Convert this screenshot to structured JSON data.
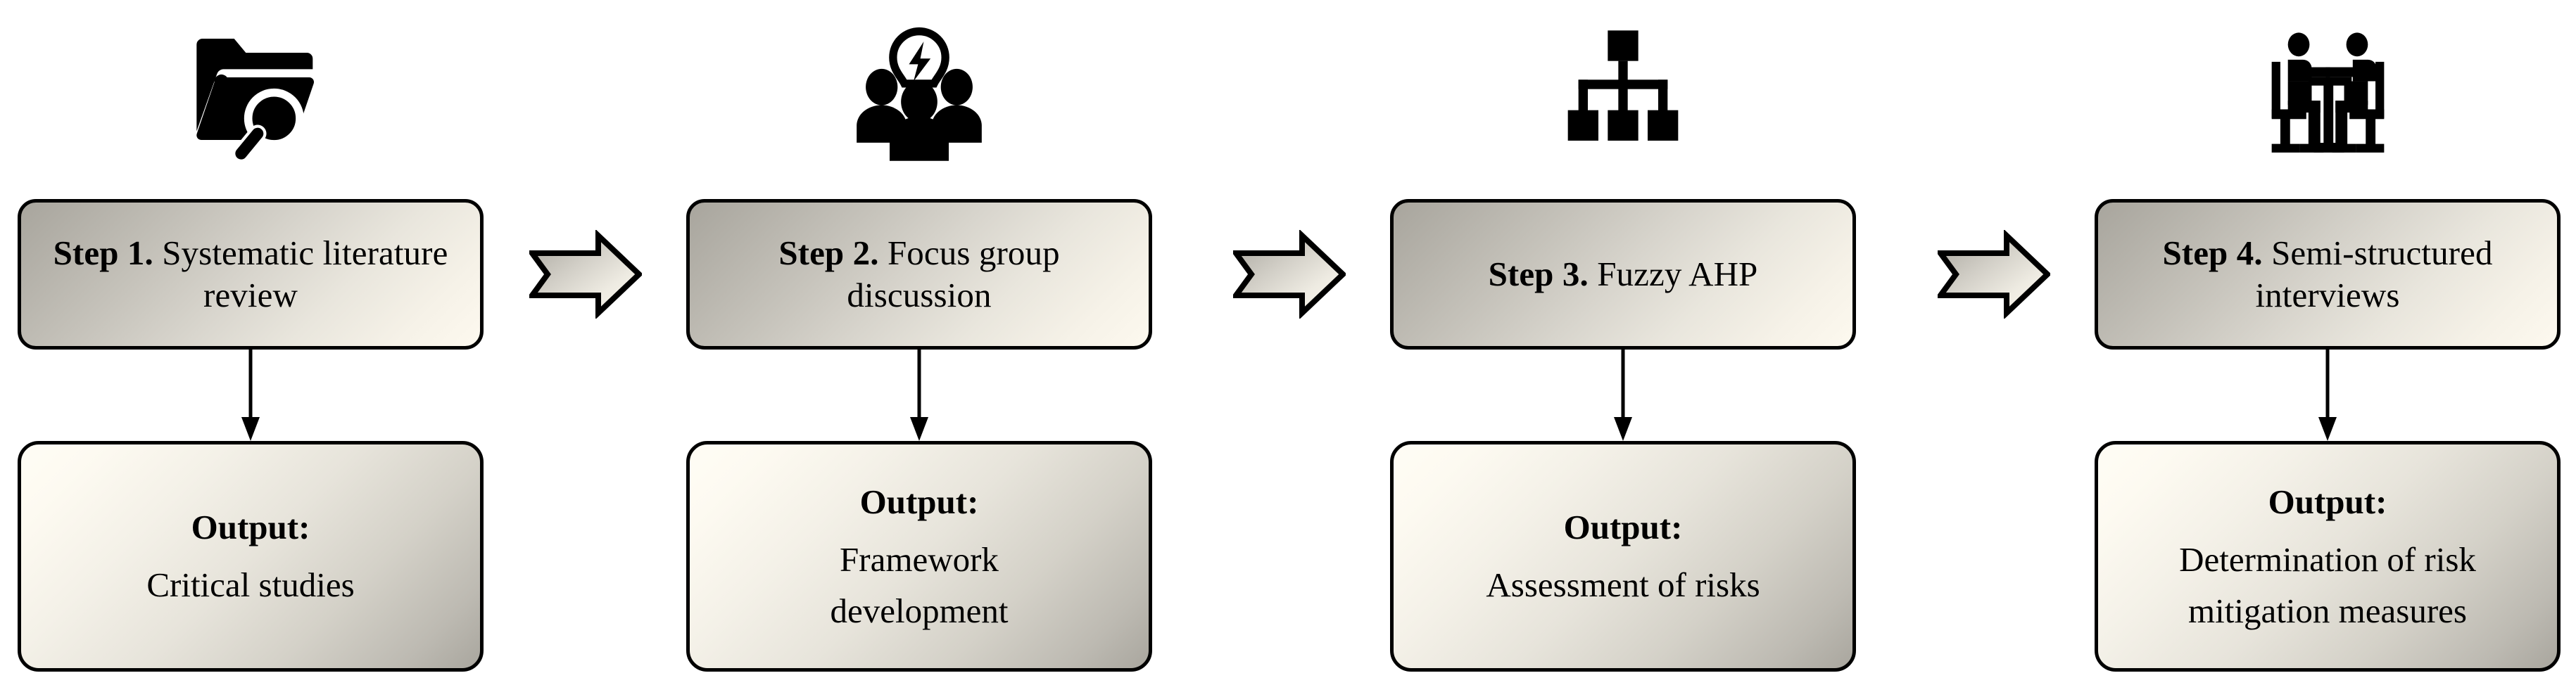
{
  "diagram": {
    "title": "Four-step research methodology flowchart",
    "background_color": "#ffffff",
    "box_border_color": "#000000",
    "text_color": "#000000",
    "step_gradient_from": "#a8a59d",
    "step_gradient_to": "#fdf9ef",
    "output_gradient_from": "#fffdf5",
    "output_gradient_to": "#a9a69e",
    "arrow_color": "#000000"
  },
  "columns": [
    {
      "icon_name": "folder-search-icon",
      "step": {
        "lead": "Step 1.",
        "rest": " Systematic literature review"
      },
      "output": {
        "title": "Output:",
        "lines": [
          "Critical studies"
        ]
      }
    },
    {
      "icon_name": "focus-group-lightbulb-icon",
      "step": {
        "lead": "Step 2.",
        "rest": " Focus group discussion"
      },
      "output": {
        "title": "Output:",
        "lines": [
          "Framework",
          "development"
        ]
      }
    },
    {
      "icon_name": "hierarchy-tree-icon",
      "step": {
        "lead": "Step 3.",
        "rest": " Fuzzy AHP"
      },
      "output": {
        "title": "Output:",
        "lines": [
          "Assessment of risks"
        ]
      }
    },
    {
      "icon_name": "interview-table-icon",
      "step": {
        "lead": "Step 4.",
        "rest": " Semi-structured interviews"
      },
      "output": {
        "title": "Output:",
        "lines": [
          "Determination of risk",
          "mitigation measures"
        ]
      }
    }
  ],
  "connectors": [
    {
      "name": "chevron-step1-to-step2"
    },
    {
      "name": "chevron-step2-to-step3"
    },
    {
      "name": "chevron-step3-to-step4"
    }
  ]
}
